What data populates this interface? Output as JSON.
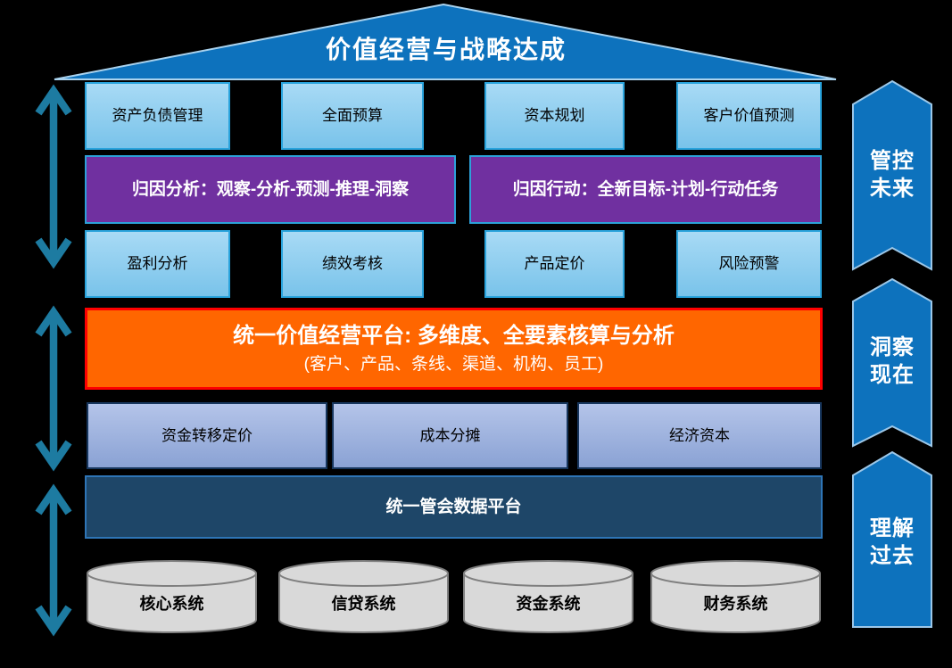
{
  "roof_title": "价值经营与战略达成",
  "row_management": [
    "资产负债管理",
    "全面预算",
    "资本规划",
    "客户价值预测"
  ],
  "row_attribution": [
    "归因分析：观察-分析-预测-推理-洞察",
    "归因行动：全新目标-计划-行动任务"
  ],
  "row_analysis": [
    "盈利分析",
    "绩效考核",
    "产品定价",
    "风险预警"
  ],
  "platform": {
    "title": "统一价值经营平台: 多维度、全要素核算与分析",
    "subtitle": "(客户、产品、条线、渠道、机构、员工)"
  },
  "row_engines": [
    "资金转移定价",
    "成本分摊",
    "经济资本"
  ],
  "data_platform": "统一管会数据平台",
  "source_systems": [
    "核心系统",
    "信贷系统",
    "资金系统",
    "财务系统"
  ],
  "side_stages": [
    {
      "line1": "管控",
      "line2": "未来"
    },
    {
      "line1": "洞察",
      "line2": "现在"
    },
    {
      "line1": "理解",
      "line2": "过去"
    }
  ],
  "colors": {
    "background": "#000000",
    "primary-blue": "#0d72bd",
    "light-blue-border": "#29a3dc",
    "purple-fill": "#7030a0",
    "purple-border": "#2da0d8",
    "orange-fill": "#ff6600",
    "orange-border": "#fe0000",
    "periwinkle-border": "#17365d",
    "navy-fill": "#1e4668",
    "navy-border": "#2e75b6",
    "cylinder-fill": "#d9d9d9",
    "cylinder-border": "#7f7f7f",
    "arrow-teal": "#1d7ba1",
    "chevron-border": "#9cc7e8",
    "text-dark": "#000000",
    "text-light": "#ffffff"
  }
}
